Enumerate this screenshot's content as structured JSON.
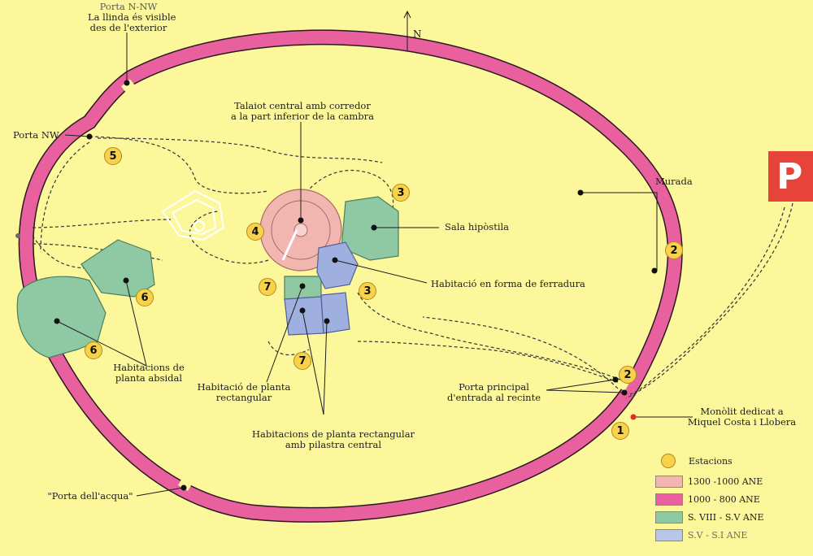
{
  "north": "N",
  "parking": "P",
  "labels": {
    "porta_nnw": [
      "Porta N-NW",
      "La llinda és visible",
      "des de l'exterior"
    ],
    "talaiot": [
      "Talaiot central amb corredor",
      "a la part inferior de la cambra"
    ],
    "porta_nw": "Porta NW",
    "murada": "Murada",
    "sala_hipostila": "Sala hipòstila",
    "ferradura": "Habitació en forma de ferradura",
    "absidal": [
      "Habitacions de",
      "planta absidal"
    ],
    "rectangular": [
      "Habitació de planta",
      "rectangular"
    ],
    "pilastra": [
      "Habitacions de planta rectangular",
      "amb pilastra central"
    ],
    "porta_principal": [
      "Porta principal",
      "d'entrada al recinte"
    ],
    "monolit": [
      "Monòlit dedicat a",
      "Miquel Costa i Llobera"
    ],
    "porta_acqua": "\"Porta dell'acqua\""
  },
  "stations": [
    "1",
    "2",
    "2",
    "3",
    "3",
    "4",
    "5",
    "6",
    "6",
    "7",
    "7"
  ],
  "legend": {
    "title": "Estacions",
    "items": [
      {
        "label": "1300 -1000 ANE",
        "color": "#f2b6b0"
      },
      {
        "label": "1000 - 800 ANE",
        "color": "#e8609e"
      },
      {
        "label": "S. VIII - S.V ANE",
        "color": "#8fc9a3"
      },
      {
        "label": "S.V - S.I ANE",
        "color": "#b9c6e8"
      }
    ]
  },
  "colors": {
    "background": "#fbf79a",
    "wall": "#e8609e",
    "talaiot": "#f2b6b0",
    "green_rooms": "#8fc9a3",
    "blue_rooms": "#9fb0e0",
    "station": "#f8d24a",
    "parking": "#e8433a"
  }
}
